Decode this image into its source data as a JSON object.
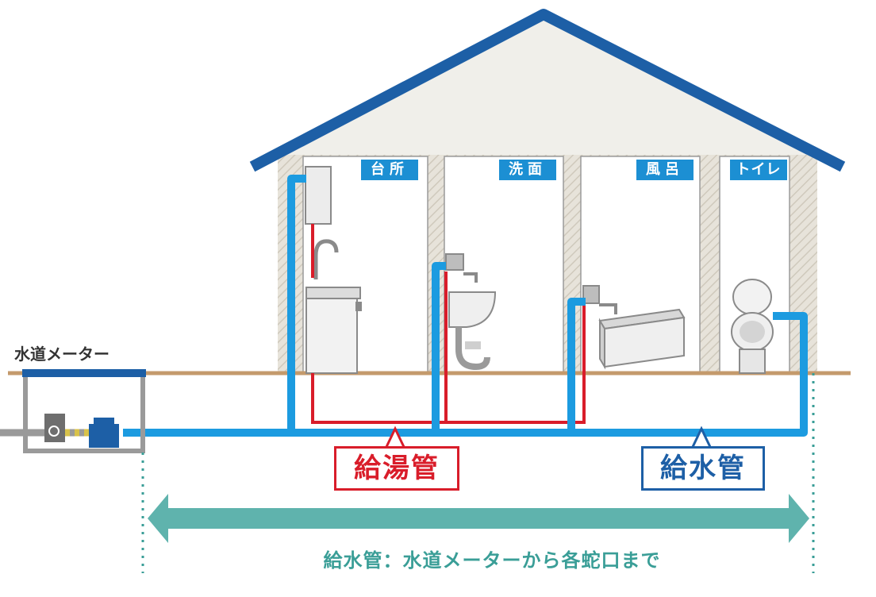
{
  "rooms": [
    {
      "label": "台所"
    },
    {
      "label": "洗面"
    },
    {
      "label": "風呂"
    },
    {
      "label": "トイレ"
    }
  ],
  "meter_label": "水道メーター",
  "hot_pipe_label": "給湯管",
  "cold_pipe_label": "給水管",
  "caption": "給水管：水道メーターから各蛇口まで",
  "colors": {
    "roof": "#1d5fa6",
    "cold_pipe": "#1c9be0",
    "hot_pipe": "#d91d2a",
    "ground": "#c49a6c",
    "arrow": "#5fb3ad",
    "room_label_bg": "#1c8fd3"
  }
}
